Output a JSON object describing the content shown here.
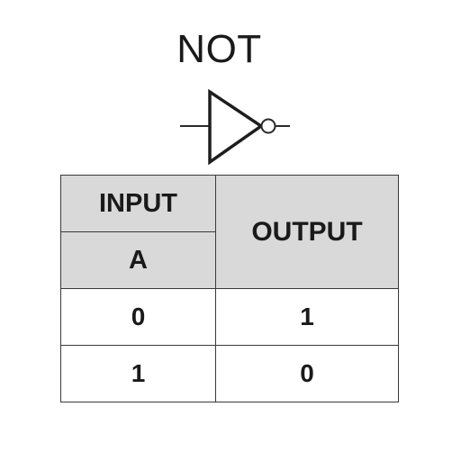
{
  "gate": {
    "title": "NOT",
    "symbol_icon": "not-gate-icon"
  },
  "truth_table": {
    "input_group_header": "INPUT",
    "input_name": "A",
    "output_header": "OUTPUT",
    "rows": [
      {
        "A": "0",
        "output": "1"
      },
      {
        "A": "1",
        "output": "0"
      }
    ]
  },
  "colors": {
    "header_fill": "#d9d9d9",
    "border": "#3a3a3a",
    "background": "#ffffff"
  }
}
